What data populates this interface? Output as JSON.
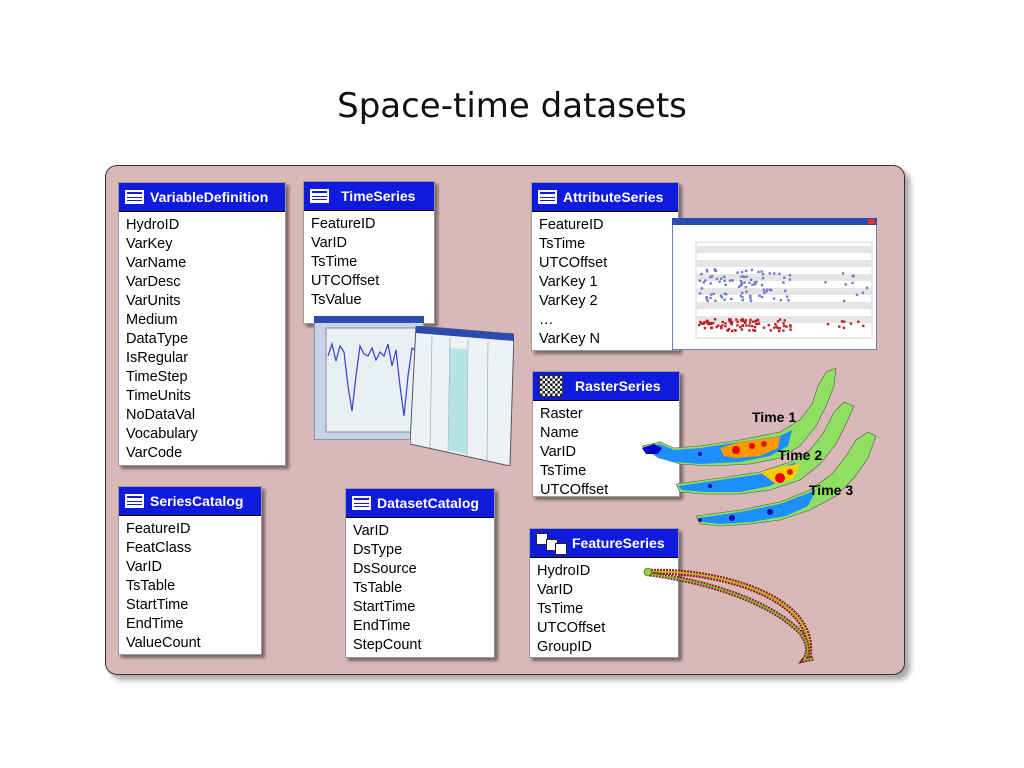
{
  "title": "Space-time datasets",
  "tables": {
    "variable_definition": {
      "name": "VariableDefinition",
      "fields": [
        "HydroID",
        "VarKey",
        "VarName",
        "VarDesc",
        "VarUnits",
        "Medium",
        "DataType",
        "IsRegular",
        "TimeStep",
        "TimeUnits",
        "NoDataVal",
        "Vocabulary",
        "VarCode"
      ]
    },
    "time_series": {
      "name": "TimeSeries",
      "fields": [
        "FeatureID",
        "VarID",
        "TsTime",
        "UTCOffset",
        "TsValue"
      ]
    },
    "attribute_series": {
      "name": "AttributeSeries",
      "fields": [
        "FeatureID",
        "TsTime",
        "UTCOffset",
        "VarKey 1",
        "VarKey 2",
        "…",
        "VarKey N"
      ]
    },
    "raster_series": {
      "name": "RasterSeries",
      "fields": [
        "Raster",
        "Name",
        "VarID",
        "TsTime",
        "UTCOffset"
      ]
    },
    "series_catalog": {
      "name": "SeriesCatalog",
      "fields": [
        "FeatureID",
        "FeatClass",
        "VarID",
        "TsTable",
        "StartTime",
        "EndTime",
        "ValueCount"
      ]
    },
    "dataset_catalog": {
      "name": "DatasetCatalog",
      "fields": [
        "VarID",
        "DsType",
        "DsSource",
        "TsTable",
        "StartTime",
        "EndTime",
        "StepCount"
      ]
    },
    "feature_series": {
      "name": "FeatureSeries",
      "fields": [
        "HydroID",
        "VarID",
        "TsTime",
        "UTCOffset",
        "GroupID"
      ]
    }
  },
  "time_labels": [
    "Time 1",
    "Time 2",
    "Time 3"
  ],
  "colors": {
    "header_blue": "#0f1bdc",
    "panel": "#d9b8b8",
    "water_blue": "#1e90ff",
    "land_green": "#90ee60"
  }
}
